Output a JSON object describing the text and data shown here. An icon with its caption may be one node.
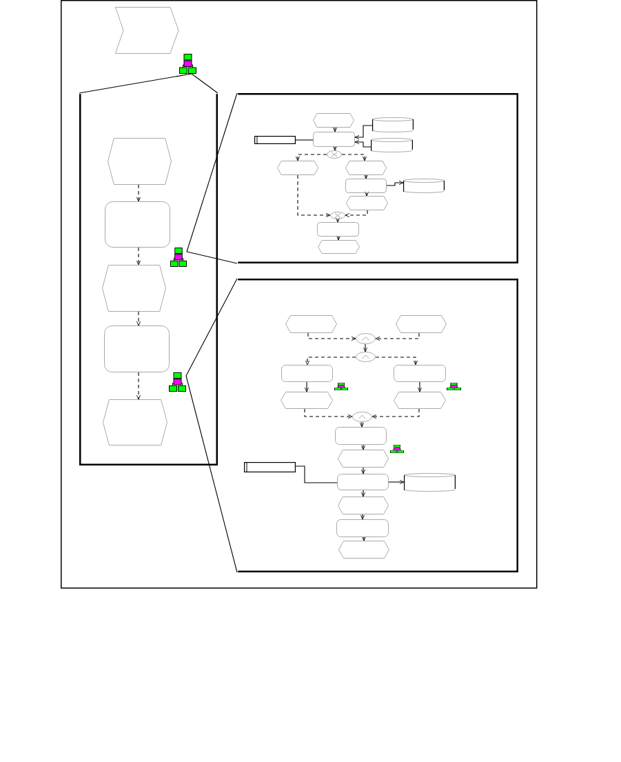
{
  "diagram": {
    "nodes": [
      {
        "text": [],
        "shape": "chevron"
      },
      {
        "text": [],
        "shape": "picture"
      },
      {
        "text": [],
        "shape": "box"
      },
      {
        "text": [],
        "shape": "hexagon",
        "in": 2
      },
      {
        "text": [],
        "shape": "box",
        "in": 2
      },
      {
        "text": [],
        "shape": "hexagon",
        "in": 2
      },
      {
        "text": [],
        "shape": "box",
        "in": 2
      },
      {
        "text": [],
        "shape": "hexagon",
        "in": 2
      },
      {
        "text": [],
        "shape": "picture",
        "in": 2
      },
      {
        "text": [],
        "shape": "picture",
        "in": 2
      },
      {
        "text": [],
        "shape": "box"
      },
      {
        "text": [],
        "shape": "hexagon",
        "in": 10
      },
      {
        "text": [],
        "shape": "bar",
        "in": 10
      },
      {
        "text": [],
        "shape": "box",
        "in": 10
      },
      {
        "text": [],
        "shape": "cylinder",
        "in": 10
      },
      {
        "text": [],
        "shape": "cylinder",
        "in": 10
      },
      {
        "text": [],
        "shape": "circle",
        "in": 10
      },
      {
        "text": [],
        "shape": "hexagon",
        "in": 10
      },
      {
        "text": [],
        "shape": "hexagon",
        "in": 10
      },
      {
        "text": [],
        "shape": "box",
        "in": 10
      },
      {
        "text": [],
        "shape": "cylinder",
        "in": 10
      },
      {
        "text": [],
        "shape": "hexagon",
        "in": 10
      },
      {
        "text": [],
        "shape": "circle",
        "in": 10
      },
      {
        "text": [],
        "shape": "box",
        "in": 10
      },
      {
        "text": [],
        "shape": "hexagon",
        "in": 10
      },
      {
        "text": [],
        "shape": "box"
      },
      {
        "text": [],
        "shape": "hexagon",
        "in": 25
      },
      {
        "text": [],
        "shape": "hexagon",
        "in": 25
      },
      {
        "text": [],
        "shape": "circle",
        "in": 25
      },
      {
        "text": [],
        "shape": "circle",
        "in": 25
      },
      {
        "text": [],
        "shape": "box",
        "in": 25
      },
      {
        "text": [],
        "shape": "picture",
        "in": 25
      },
      {
        "text": [],
        "shape": "box",
        "in": 25
      },
      {
        "text": [],
        "shape": "picture",
        "in": 25
      },
      {
        "text": [],
        "shape": "hexagon",
        "in": 25
      },
      {
        "text": [],
        "shape": "hexagon",
        "in": 25
      },
      {
        "text": [],
        "shape": "circle",
        "in": 25
      },
      {
        "text": [],
        "shape": "box",
        "in": 25
      },
      {
        "text": [],
        "shape": "picture",
        "in": 25
      },
      {
        "text": [],
        "shape": "hexagon",
        "in": 25
      },
      {
        "text": [],
        "shape": "bar",
        "in": 25
      },
      {
        "text": [],
        "shape": "box",
        "in": 25
      },
      {
        "text": [],
        "shape": "cylinder",
        "in": 25
      },
      {
        "text": [],
        "shape": "hexagon",
        "in": 25
      },
      {
        "text": [],
        "shape": "box",
        "in": 25
      },
      {
        "text": [],
        "shape": "hexagon",
        "in": 25
      }
    ],
    "edges": [
      {
        "from": 1,
        "to": 2,
        "arrow": "none"
      },
      {
        "from": 1,
        "to": 2,
        "arrow": "none"
      },
      {
        "from": 3,
        "to": 4,
        "arrow": "to",
        "style": "dashed"
      },
      {
        "from": 4,
        "to": 5,
        "arrow": "to",
        "style": "dashed"
      },
      {
        "from": 5,
        "to": 6,
        "arrow": "to",
        "style": "dashed"
      },
      {
        "from": 6,
        "to": 7,
        "arrow": "to",
        "style": "dashed"
      },
      {
        "from": 8,
        "to": 10,
        "arrow": "none"
      },
      {
        "from": 8,
        "to": 10,
        "arrow": "none"
      },
      {
        "from": 9,
        "to": 25,
        "arrow": "none"
      },
      {
        "from": 9,
        "to": 25,
        "arrow": "none"
      },
      {
        "from": 11,
        "to": 13,
        "arrow": "to"
      },
      {
        "from": 12,
        "to": 13,
        "arrow": "none"
      },
      {
        "from": 14,
        "to": 13,
        "arrow": "to"
      },
      {
        "from": 15,
        "to": 13,
        "arrow": "to"
      },
      {
        "from": 13,
        "to": 16,
        "arrow": "to"
      },
      {
        "from": 16,
        "to": 17,
        "arrow": "to",
        "style": "dashed"
      },
      {
        "from": 16,
        "to": 18,
        "arrow": "to",
        "style": "dashed"
      },
      {
        "from": 18,
        "to": 19,
        "arrow": "to"
      },
      {
        "from": 19,
        "to": 20,
        "arrow": "to"
      },
      {
        "from": 19,
        "to": 21,
        "arrow": "to"
      },
      {
        "from": 17,
        "to": 22,
        "arrow": "to",
        "style": "dashed"
      },
      {
        "from": 21,
        "to": 22,
        "arrow": "to",
        "style": "dashed"
      },
      {
        "from": 22,
        "to": 23,
        "arrow": "to"
      },
      {
        "from": 23,
        "to": 24,
        "arrow": "to"
      },
      {
        "from": 26,
        "to": 28,
        "arrow": "to",
        "style": "dashed"
      },
      {
        "from": 27,
        "to": 28,
        "arrow": "to",
        "style": "dashed"
      },
      {
        "from": 28,
        "to": 29,
        "arrow": "to"
      },
      {
        "from": 29,
        "to": 30,
        "arrow": "to",
        "style": "dashed"
      },
      {
        "from": 29,
        "to": 32,
        "arrow": "to",
        "style": "dashed"
      },
      {
        "from": 30,
        "to": 34,
        "arrow": "to"
      },
      {
        "from": 32,
        "to": 35,
        "arrow": "to"
      },
      {
        "from": 34,
        "to": 36,
        "arrow": "to",
        "style": "dashed"
      },
      {
        "from": 35,
        "to": 36,
        "arrow": "to",
        "style": "dashed"
      },
      {
        "from": 36,
        "to": 37,
        "arrow": "to"
      },
      {
        "from": 37,
        "to": 39,
        "arrow": "to"
      },
      {
        "from": 39,
        "to": 41,
        "arrow": "to"
      },
      {
        "from": 40,
        "to": 41,
        "arrow": "none"
      },
      {
        "from": 41,
        "to": 42,
        "arrow": "to"
      },
      {
        "from": 41,
        "to": 43,
        "arrow": "to"
      },
      {
        "from": 43,
        "to": 44,
        "arrow": "to"
      },
      {
        "from": 44,
        "to": 45,
        "arrow": "to"
      }
    ]
  }
}
